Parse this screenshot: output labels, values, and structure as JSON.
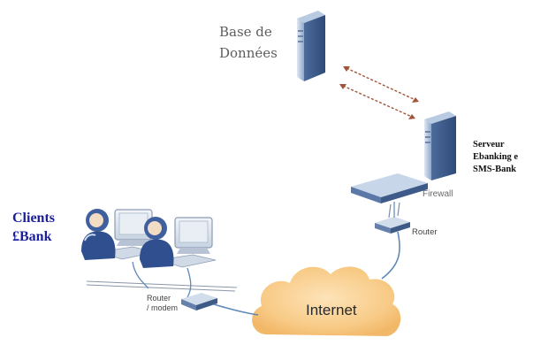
{
  "nodes": {
    "database": {
      "line1": "Base de",
      "line2": "Données"
    },
    "clients": {
      "line1": "Clients",
      "line2": "£Bank"
    },
    "server": {
      "line1": "Serveur",
      "line2": "Ebanking e",
      "line3": "SMS-Bank"
    },
    "firewall": {
      "label": "Firewall"
    },
    "router": {
      "label": "Router"
    },
    "router_modem": {
      "line1": "Router",
      "line2": "/ modem"
    },
    "internet": {
      "label": "Internet"
    }
  },
  "colors": {
    "cloud": "#f6c77f",
    "cable": "#5e89b8",
    "db_link": "#a0553a",
    "clients_text": "#1b1f9c"
  }
}
